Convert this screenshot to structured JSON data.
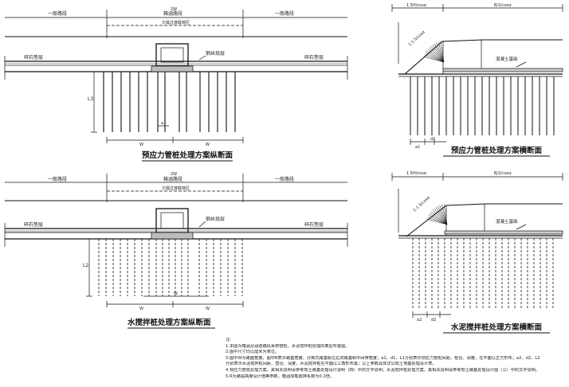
{
  "long_top": {
    "title": "预应力管桩处理方案纵断面",
    "dim_total": "2W",
    "label_left_road": "一般路段",
    "label_culvert_section": "箱涵路段",
    "label_right_road": "一般路段",
    "label_transition": "欠载过渡载荷区",
    "label_gravel_left": "碎石垫层",
    "label_gravel_right": "碎石垫层",
    "label_pile_cap": "钢丝捻层",
    "label_l3": "L3",
    "label_w_left": "W",
    "label_w_right": "W",
    "label_a1": "a1"
  },
  "long_bottom": {
    "title": "水搅拌桩处理方案纵断面",
    "dim_total": "2W",
    "label_left_road": "一般路段",
    "label_culvert_section": "箱涵路段",
    "label_right_road": "一般路段",
    "label_transition": "欠载过渡载荷区",
    "label_gravel_left": "碎石垫层",
    "label_gravel_right": "碎石垫层",
    "label_pile_cap": "钢丝捻层",
    "label_l2": "L2",
    "label_w_left": "W",
    "label_w_right": "W",
    "label_w_mid": "W"
  },
  "cross_top": {
    "title": "预应力管桩处理方案横断面",
    "dim_left": "1.5H/cosα",
    "dim_right": "B/2/cosα",
    "slope": "1:1.5/cosα",
    "label_concrete": "混凝土基础",
    "label_a1": "a1",
    "label_d1": "d1"
  },
  "cross_bottom": {
    "title": "水泥搅拌桩处理方案横断面",
    "dim_left": "1.5H/cosα",
    "dim_right": "B/2/cosα",
    "slope": "1:1.5/cosα",
    "label_concrete": "混凝土基础",
    "label_a2": "a2",
    "label_d2": "d2"
  },
  "notes": {
    "heading": "注:",
    "lines": [
      "1.本图为箱涵及涵道路段采用管桩、水泥搅拌桩处理的典型布置图。",
      "2.图中尺寸均以厘米为单位。",
      "3.图中W为路面宽度，图中B表示路基宽度，分离式路基板左右双路基和中间带宽度；a1、d1、L1分别表示预应力管桩间距、桩径、深度，在平面以正方形布；a2、d2、L2",
      "  分别表示水泥搅拌桩间距、直径、深度，水泥搅拌桩在平面以三角形布置；以上参数具体详见软土地基处理设计表。",
      "4.预应力管桩处理方案，其相关说明请参考软土路基处理设计说明（四）中的文字说明；水泥搅拌桩处理方案，其相关说明请参考软土路基处理设计图（三）中的文字说明。",
      "5.R为路堤高度设计值等参数，箱涵加载置换系数为0.2倍。"
    ]
  }
}
